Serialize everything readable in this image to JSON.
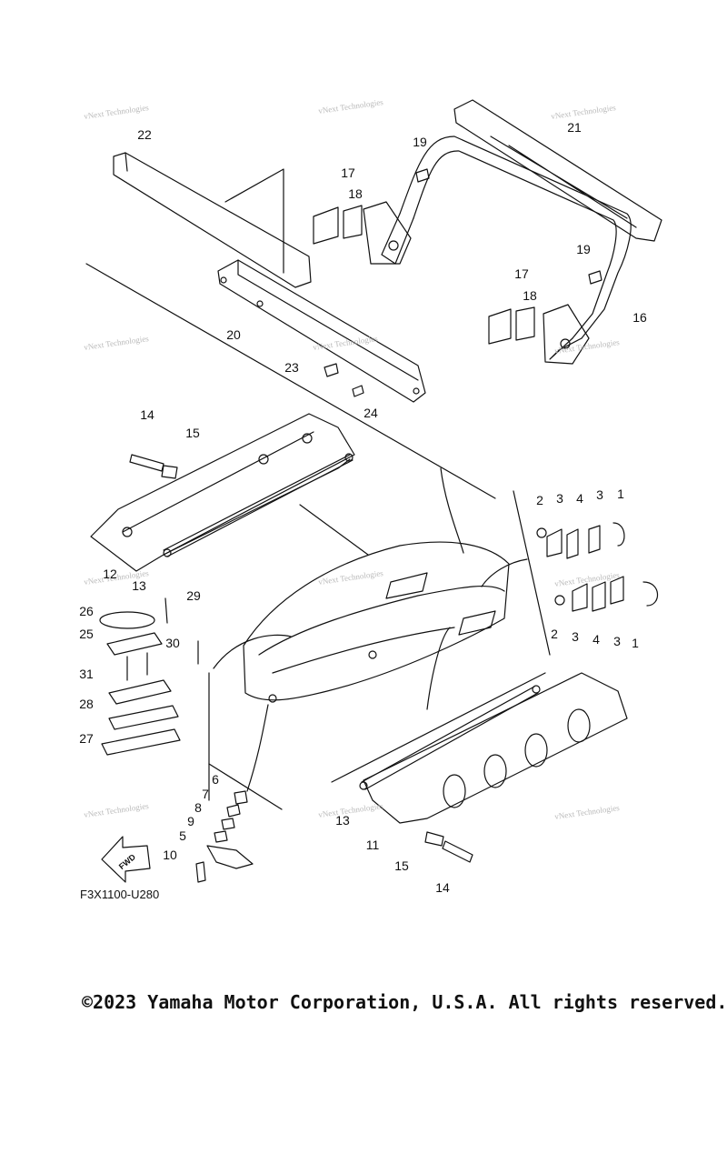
{
  "diagram": {
    "code": "F3X1100-U280",
    "fwd_label": "FWD",
    "watermark_text": "vNext Technologies",
    "callouts": [
      {
        "id": "22",
        "text": "22"
      },
      {
        "id": "19a",
        "text": "19"
      },
      {
        "id": "21",
        "text": "21"
      },
      {
        "id": "17a",
        "text": "17"
      },
      {
        "id": "18a",
        "text": "18"
      },
      {
        "id": "19b",
        "text": "19"
      },
      {
        "id": "17b",
        "text": "17"
      },
      {
        "id": "18b",
        "text": "18"
      },
      {
        "id": "16",
        "text": "16"
      },
      {
        "id": "20",
        "text": "20"
      },
      {
        "id": "23",
        "text": "23"
      },
      {
        "id": "24",
        "text": "24"
      },
      {
        "id": "14a",
        "text": "14"
      },
      {
        "id": "15a",
        "text": "15"
      },
      {
        "id": "12",
        "text": "12"
      },
      {
        "id": "13a",
        "text": "13"
      },
      {
        "id": "2a",
        "text": "2"
      },
      {
        "id": "3a",
        "text": "3"
      },
      {
        "id": "4a",
        "text": "4"
      },
      {
        "id": "3b",
        "text": "3"
      },
      {
        "id": "1a",
        "text": "1"
      },
      {
        "id": "2b",
        "text": "2"
      },
      {
        "id": "3c",
        "text": "3"
      },
      {
        "id": "4b",
        "text": "4"
      },
      {
        "id": "3d",
        "text": "3"
      },
      {
        "id": "1b",
        "text": "1"
      },
      {
        "id": "26",
        "text": "26"
      },
      {
        "id": "29",
        "text": "29"
      },
      {
        "id": "25",
        "text": "25"
      },
      {
        "id": "30",
        "text": "30"
      },
      {
        "id": "31",
        "text": "31"
      },
      {
        "id": "28",
        "text": "28"
      },
      {
        "id": "27",
        "text": "27"
      },
      {
        "id": "6",
        "text": "6"
      },
      {
        "id": "7",
        "text": "7"
      },
      {
        "id": "8",
        "text": "8"
      },
      {
        "id": "9",
        "text": "9"
      },
      {
        "id": "5",
        "text": "5"
      },
      {
        "id": "10",
        "text": "10"
      },
      {
        "id": "13b",
        "text": "13"
      },
      {
        "id": "11",
        "text": "11"
      },
      {
        "id": "15b",
        "text": "15"
      },
      {
        "id": "14b",
        "text": "14"
      }
    ]
  },
  "footer": {
    "copyright": "©2023 Yamaha Motor Corporation, U.S.A. All rights reserved."
  }
}
